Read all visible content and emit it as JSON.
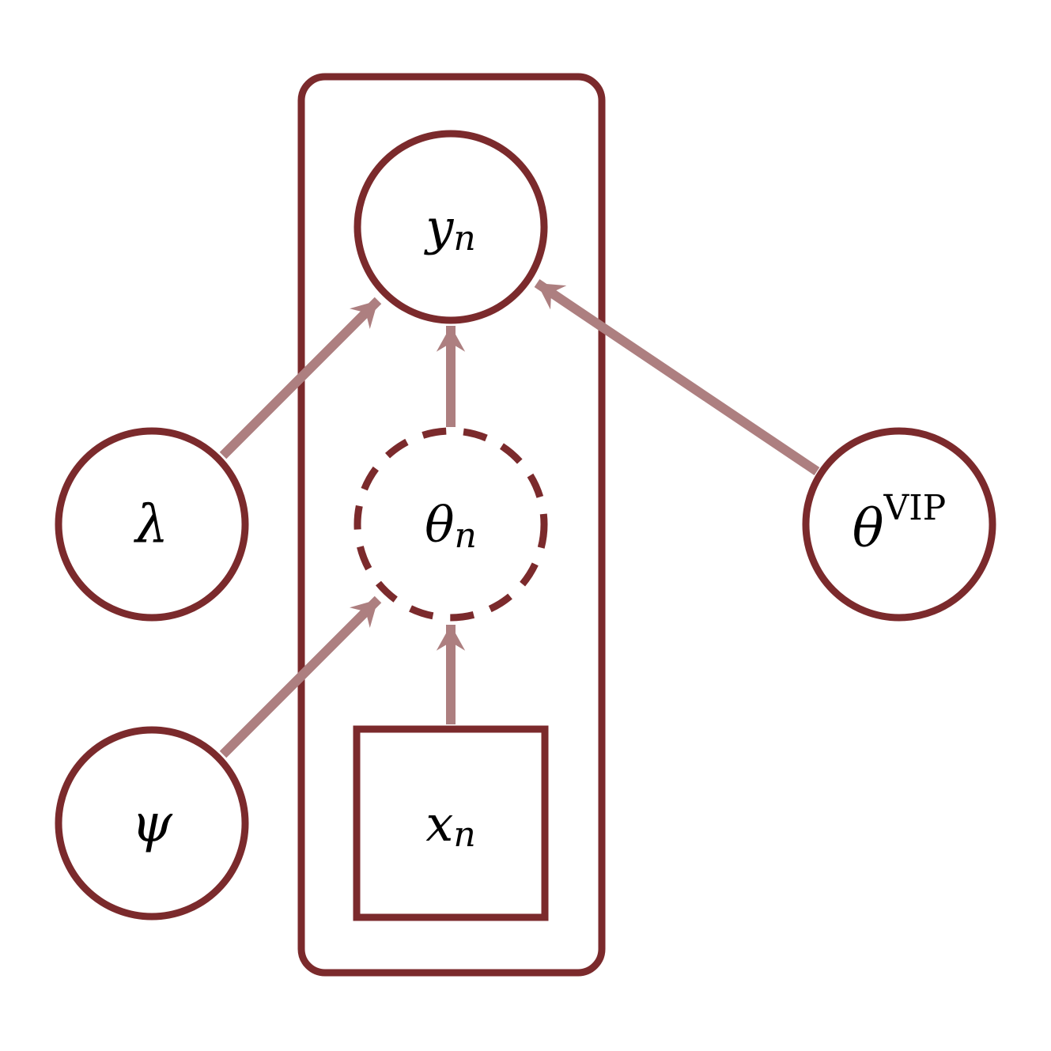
{
  "colors": {
    "node_stroke": "#7b2a2c",
    "edge_stroke": "#ad7f80",
    "background": "#ffffff",
    "text": "#000000"
  },
  "plate": {
    "style": "rounded-rectangle"
  },
  "nodes": {
    "y": {
      "base": "y",
      "sub": "n",
      "shape": "circle",
      "style": "solid",
      "role": "observed-output"
    },
    "theta": {
      "base": "θ",
      "sub": "n",
      "shape": "circle",
      "style": "dashed",
      "role": "deterministic"
    },
    "x": {
      "base": "x",
      "sub": "n",
      "shape": "square",
      "style": "solid",
      "role": "input"
    },
    "lambda": {
      "base": "λ",
      "shape": "circle",
      "style": "solid"
    },
    "psi": {
      "base": "ψ",
      "shape": "circle",
      "style": "solid"
    },
    "theta_vip": {
      "base": "θ",
      "sup": "VIP",
      "shape": "circle",
      "style": "solid"
    }
  },
  "edges": [
    {
      "from": "lambda",
      "to": "y"
    },
    {
      "from": "theta",
      "to": "y"
    },
    {
      "from": "theta_vip",
      "to": "y"
    },
    {
      "from": "psi",
      "to": "theta"
    },
    {
      "from": "x",
      "to": "theta"
    }
  ]
}
